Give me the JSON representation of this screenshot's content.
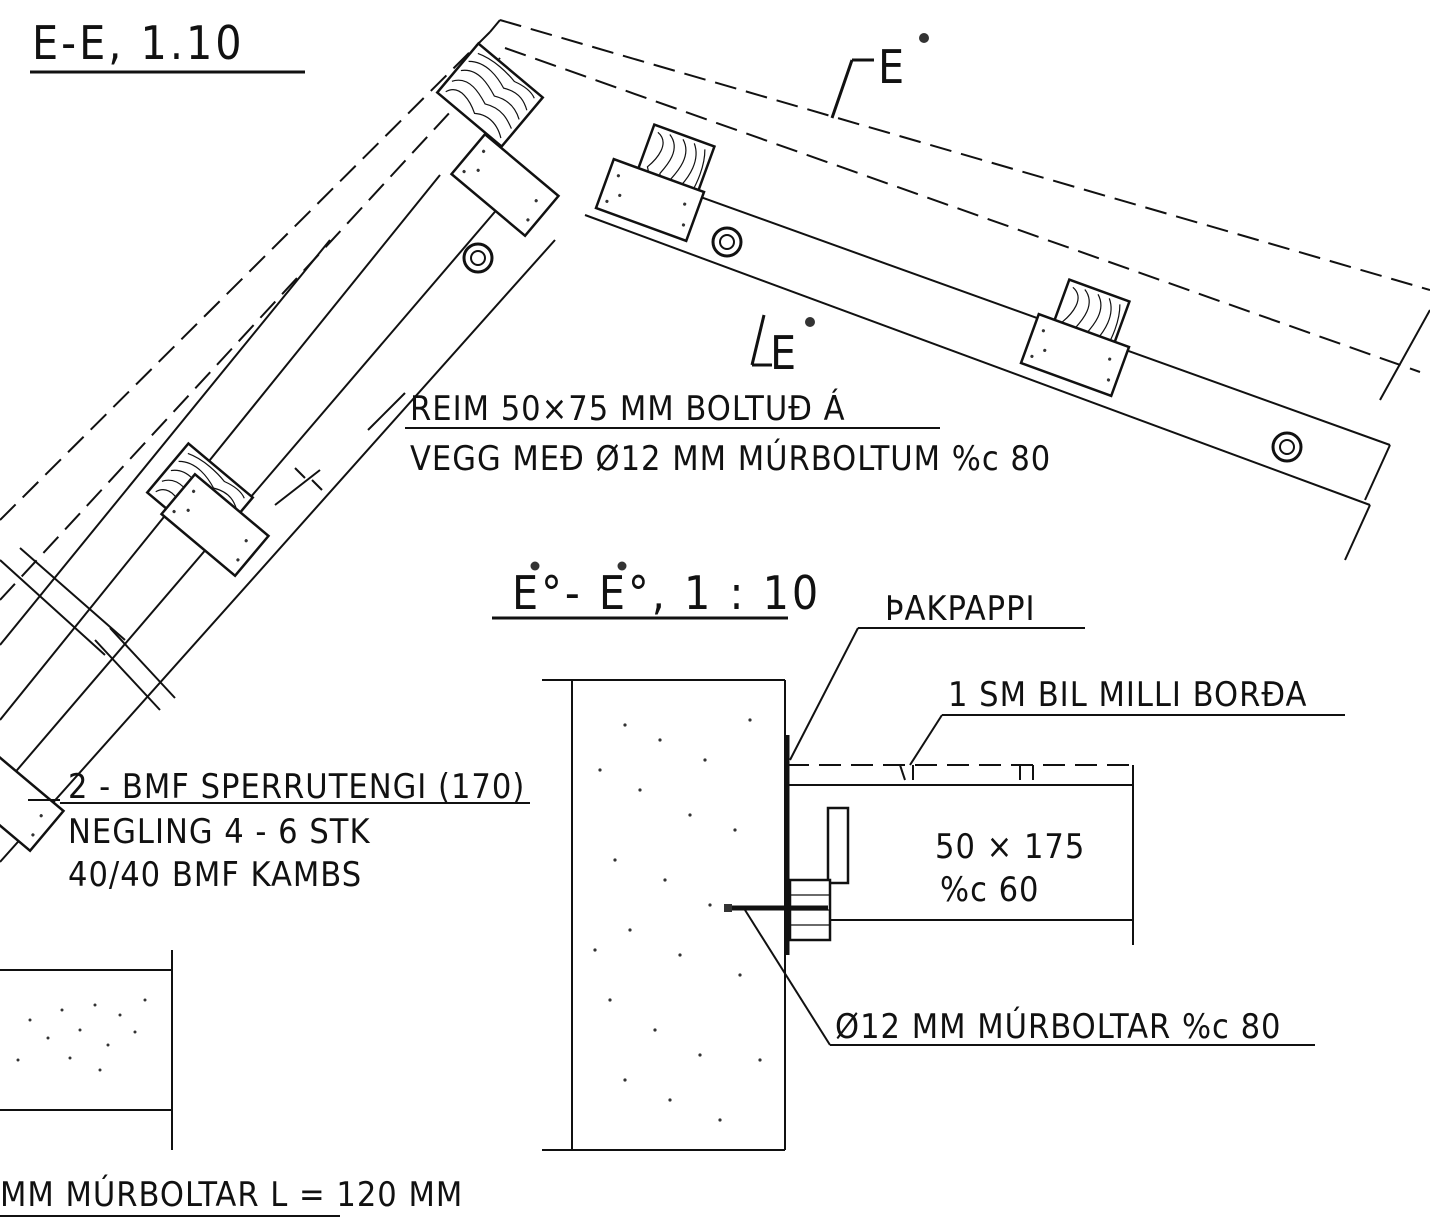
{
  "section_a": {
    "title": "E-E, 1.10",
    "marker_upper": "E",
    "marker_lower": "E",
    "note_strap_line1": "REIM 50×75 MM  BOLTUÐ Á",
    "note_strap_line2": "VEGG MEÐ Ø12 MM  MÚRBOLTUM %c 80",
    "note_hanger_line1": "2 - BMF SPERRUTENGI (170)",
    "note_hanger_line2": "NEGLING  4 - 6 STK",
    "note_hanger_line3": "40/40 BMF KAMBS",
    "note_bottom": "MM  MÚRBOLTAR  L = 120 MM"
  },
  "section_b": {
    "title": "E°- E°, 1 : 10",
    "note_roofing": "ÞAKPAPPI",
    "note_gap": "1 SM  BIL  MILLI  BORÐA",
    "joist_size": "50 × 175",
    "joist_spacing": "%c 60",
    "note_bolts": "Ø12 MM  MÚRBOLTAR  %c  80"
  }
}
